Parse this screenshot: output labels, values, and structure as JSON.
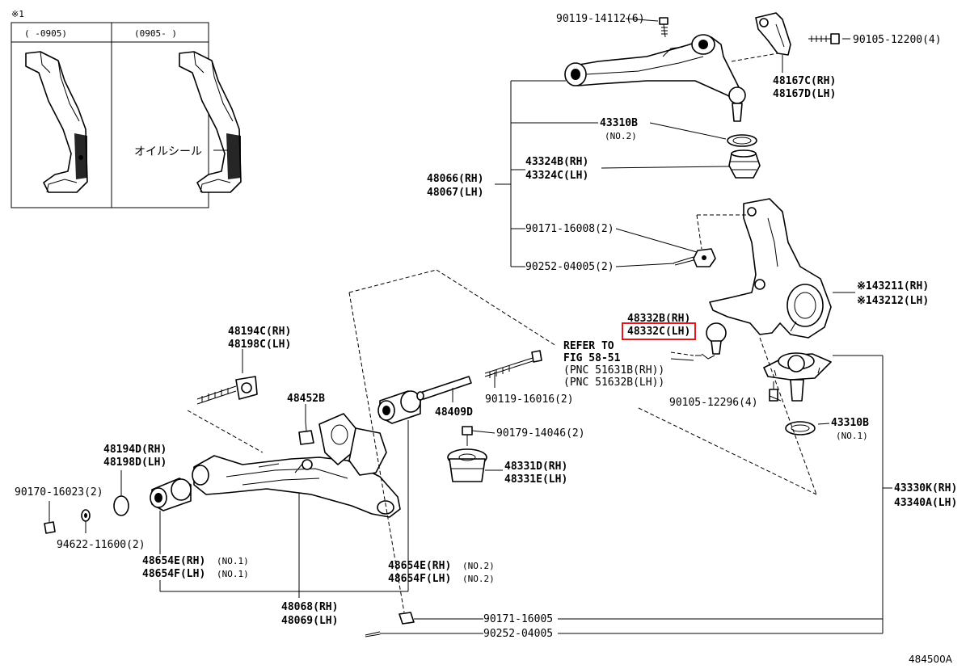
{
  "inset": {
    "note": "※1",
    "left_range": "(   -0905)",
    "right_range": "(0905-      )",
    "seal_label": "オイルシール"
  },
  "refer": {
    "line1": "REFER TO",
    "line2": "FIG 58-51",
    "line3": "(PNC 51631B(RH))",
    "line4": "(PNC 51632B(LH))"
  },
  "drawing_id": "484500A",
  "callouts": {
    "p90119_14112": "90119-14112(6)",
    "p90105_12200": "90105-12200(4)",
    "p48167C": "48167C(RH)",
    "p48167D": "48167D(LH)",
    "p43310B_top": "43310B",
    "p43310B_top_no": "(NO.2)",
    "p43324B": "43324B(RH)",
    "p43324C": "43324C(LH)",
    "p48066": "48066(RH)",
    "p48067": "48067(LH)",
    "p90171_16008": "90171-16008(2)",
    "p90252_04005_top": "90252-04005(2)",
    "p43211": "※143211(RH)",
    "p43212": "※143212(LH)",
    "p48332B": "48332B(RH)",
    "p48332C": "48332C(LH)",
    "p48194C": "48194C(RH)",
    "p48198C": "48198C(LH)",
    "p48452B": "48452B",
    "p90119_16016": "90119-16016(2)",
    "p48409D": "48409D",
    "p90105_12296": "90105-12296(4)",
    "p43310B_bot": "43310B",
    "p43310B_bot_no": "(NO.1)",
    "p90179_14046": "90179-14046(2)",
    "p48194D": "48194D(RH)",
    "p48198D": "48198D(LH)",
    "p48331D": "48331D(RH)",
    "p48331E": "48331E(LH)",
    "p90170_16023": "90170-16023(2)",
    "p43330K": "43330K(RH)",
    "p43340A": "43340A(LH)",
    "p94622_11600": "94622-11600(2)",
    "p48654E_1": "48654E(RH)",
    "p48654E_1_no": "(NO.1)",
    "p48654F_1": "48654F(LH)",
    "p48654F_1_no": "(NO.1)",
    "p48654E_2": "48654E(RH)",
    "p48654E_2_no": "(NO.2)",
    "p48654F_2": "48654F(LH)",
    "p48654F_2_no": "(NO.2)",
    "p48068": "48068(RH)",
    "p48069": "48069(LH)",
    "p90171_16005": "90171-16005",
    "p90252_04005_bot": "90252-04005"
  },
  "highlight": {
    "target": "48332C(LH)",
    "color": "#e8141b"
  }
}
